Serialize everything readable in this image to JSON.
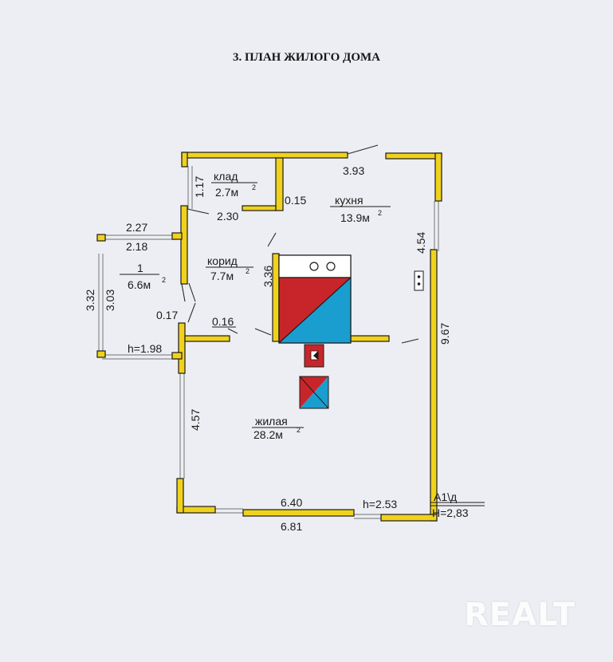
{
  "title": "3. ПЛАН ЖИЛОГО ДОМА",
  "colors": {
    "wall": "#f0d21c",
    "stove_red": "#c8252a",
    "stove_blue": "#1a9ed0",
    "line": "#1b1b1b",
    "window": "#8a8a8a"
  },
  "rooms": {
    "klad": {
      "name": "клад",
      "area": "2.7м",
      "sup": "2"
    },
    "kitchen": {
      "name": "кухня",
      "area": "13.9м",
      "sup": "2"
    },
    "corridor": {
      "name": "корид",
      "area": "7.7м",
      "sup": "2"
    },
    "porch": {
      "name": "1",
      "area": "6.6м",
      "sup": "2"
    },
    "living": {
      "name": "жилая",
      "area": "28.2м",
      "sup": "2"
    }
  },
  "dimensions": {
    "d393": "3.93",
    "d117": "1.17",
    "d230": "2.30",
    "d015": "0.15",
    "d227": "2.27",
    "d218": "2.18",
    "d332": "3.32",
    "d303": "3.03",
    "d336": "3.36",
    "d454": "4.54",
    "d017": "0.17",
    "d016": "0.16",
    "h198": "h=1.98",
    "d967": "9.67",
    "d457": "4.57",
    "d640": "6.40",
    "h253": "h=2.53",
    "d681": "6.81"
  },
  "stamp": {
    "code": "А1\\д",
    "height": "Н=2,83"
  },
  "watermark": "REALT"
}
